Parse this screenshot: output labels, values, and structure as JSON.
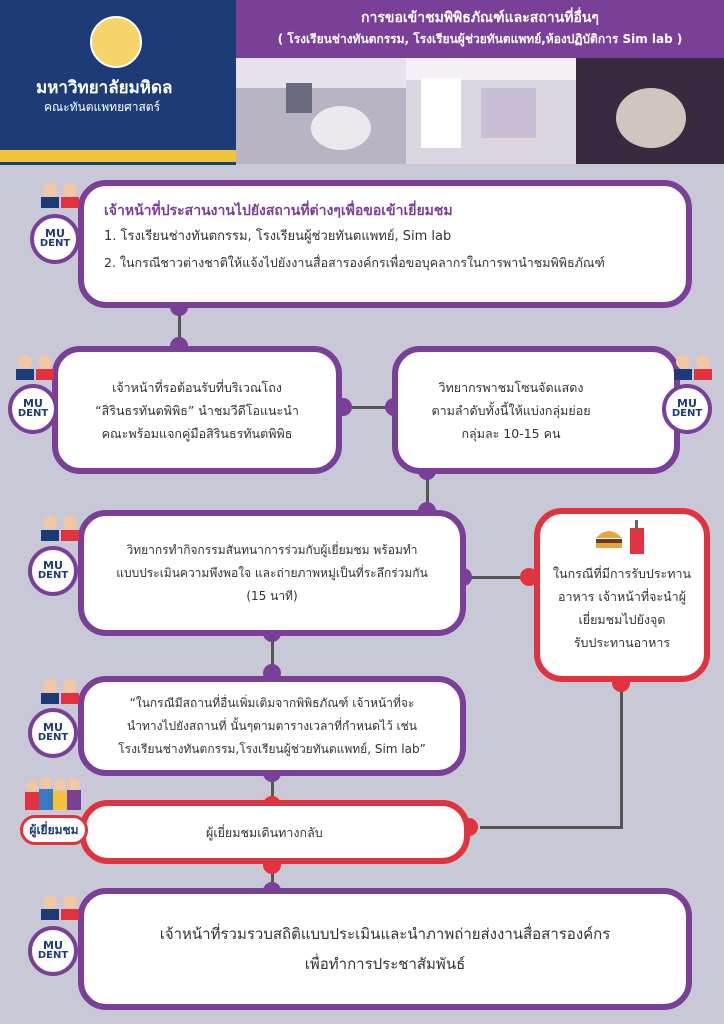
{
  "header": {
    "university": "มหาวิทยาลัยมหิดล",
    "faculty": "คณะทันตแพทยศาสตร์",
    "title": "การขอเข้าชมพิพิธภัณฑ์และสถานที่อื่นๆ",
    "subtitle": "( โรงเรียนช่างทันตกรรม, โรงเรียนผู้ช่วยทันตแพทย์,ห้องปฏิบัติการ Sim lab )"
  },
  "logo": {
    "mu": "MU",
    "dent": "DENT"
  },
  "steps": {
    "s1": {
      "heading": "เจ้าหน้าที่ประสานงานไปยังสถานที่ต่างๆเพื่อขอเข้าเยี่ยมชม",
      "item1": "1. โรงเรียนช่างทันตกรรม, โรงเรียนผู้ช่วยทันตแพทย์, Sim lab",
      "item2": "2. ในกรณีชาวต่างชาติให้แจ้งไปยังงานสื่อสารองค์กรเพื่อขอบุคลากรในการพานำชมพิพิธภัณฑ์"
    },
    "s2": {
      "l1": "เจ้าหน้าที่รอต้อนรับที่บริเวณโถง",
      "l2": "“สิรินธรทันตพิพิธ” นำชมวีดีโอแนะนำ",
      "l3": "คณะพร้อมแจกคู่มือสิรินธรทันตพิพิธ"
    },
    "s3": {
      "l1": "วิทยากรพาชมโซนจัดแสดง",
      "l2": "ตามลำดับทั้งนี้ให้แบ่งกลุ่มย่อย",
      "l3": "กลุ่มละ 10-15 คน"
    },
    "s4": {
      "l1": "วิทยากรทำกิจกรรมสันทนาการร่วมกับผู้เยี่ยมชม พร้อมทำ",
      "l2": "แบบประเมินความพึงพอใจ และถ่ายภาพหมู่เป็นที่ระลึกร่วมกัน",
      "l3": "(15 นาที)"
    },
    "food": {
      "l1": "ในกรณีที่มีการรับประทาน",
      "l2": "อาหาร เจ้าหน้าที่จะนำผู้",
      "l3": "เยี่ยมชมไปยังจุด",
      "l4": "รับประทานอาหาร"
    },
    "s5": {
      "l1": "“ในกรณีมีสถานที่อื่นเพิ่มเติมจากพิพิธภัณฑ์ เจ้าหน้าที่จะ",
      "l2": "นำทางไปยังสถานที่ นั้นๆตามตารางเวลาที่กำหนดไว้ เช่น",
      "l3": "โรงเรียนช่างทันตกรรม,โรงเรียนผู้ช่วยทันตแพทย์, Sim lab”"
    },
    "s6": {
      "text": "ผู้เยี่ยมชมเดินทางกลับ",
      "label": "ผู้เยี่ยมชม"
    },
    "s7": {
      "l1": "เจ้าหน้าที่รวมรวบสถิติแบบประเมินและนำภาพถ่ายส่งงานสื่อสารองค์กร",
      "l2": "เพื่อทำการประชาสัมพันธ์"
    }
  },
  "colors": {
    "purple": "#7a3f97",
    "red": "#e0323f",
    "navy": "#1d3c77",
    "gold": "#f2c33a"
  }
}
